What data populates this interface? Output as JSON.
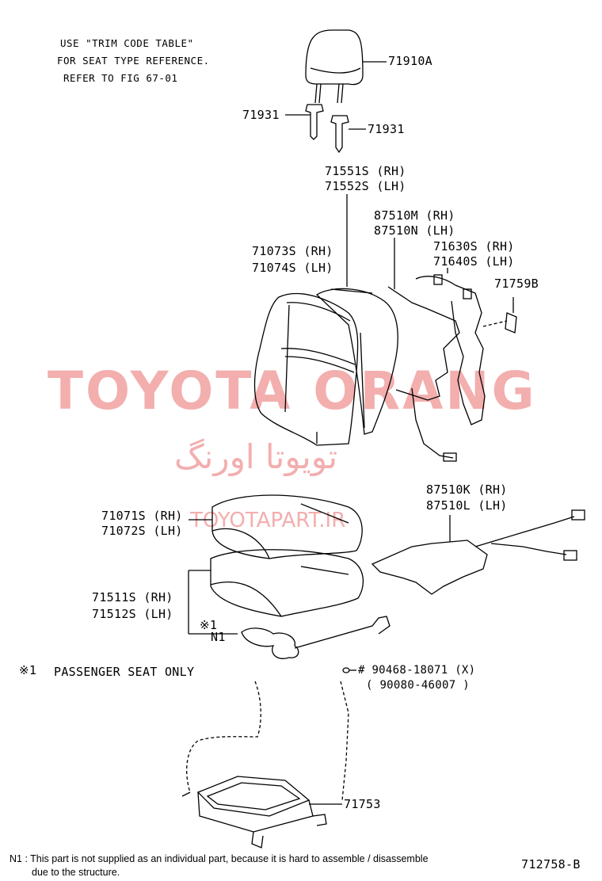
{
  "note": {
    "line1": "USE \"TRIM CODE TABLE\"",
    "line2": "FOR SEAT TYPE REFERENCE.",
    "line3": "REFER TO FIG 67-01"
  },
  "parts": {
    "headrest": "71910A",
    "guide_left": "71931",
    "guide_right": "71931",
    "back_frame_rh": "71551S (RH)",
    "back_frame_lh": "71552S (LH)",
    "back_heater_rh": "87510M (RH)",
    "back_heater_lh": "87510N (LH)",
    "back_cover_rh": "71073S (RH)",
    "back_cover_lh": "71074S (LH)",
    "lumbar_rh": "71630S (RH)",
    "lumbar_lh": "71640S (LH)",
    "clip": "71759B",
    "cushion_heater_rh": "87510K (RH)",
    "cushion_heater_lh": "87510L (LH)",
    "cushion_cover_rh": "71071S (RH)",
    "cushion_cover_lh": "71072S (LH)",
    "cushion_pad_rh": "71511S (RH)",
    "cushion_pad_lh": "71512S (LH)",
    "sensor_mark": "※1",
    "sensor_n1": "N1",
    "bolt": "# 90468-18071 (X)",
    "bolt_alt": "( 90080-46007 )",
    "undertray": "71753"
  },
  "passenger_note": {
    "mark": "※1",
    "text": "PASSENGER SEAT ONLY"
  },
  "footnote": {
    "line1": "N1 : This part is not supplied as an individual part, because it is hard to assemble / disassemble",
    "line2": "due to the structure."
  },
  "figure_id": "712758-B",
  "watermark": {
    "latin": "TOYOTA ORANG",
    "persian": "تویوتا اورنگ",
    "url": "TOYOTAPART.IR",
    "color": "#f2a0a0"
  }
}
